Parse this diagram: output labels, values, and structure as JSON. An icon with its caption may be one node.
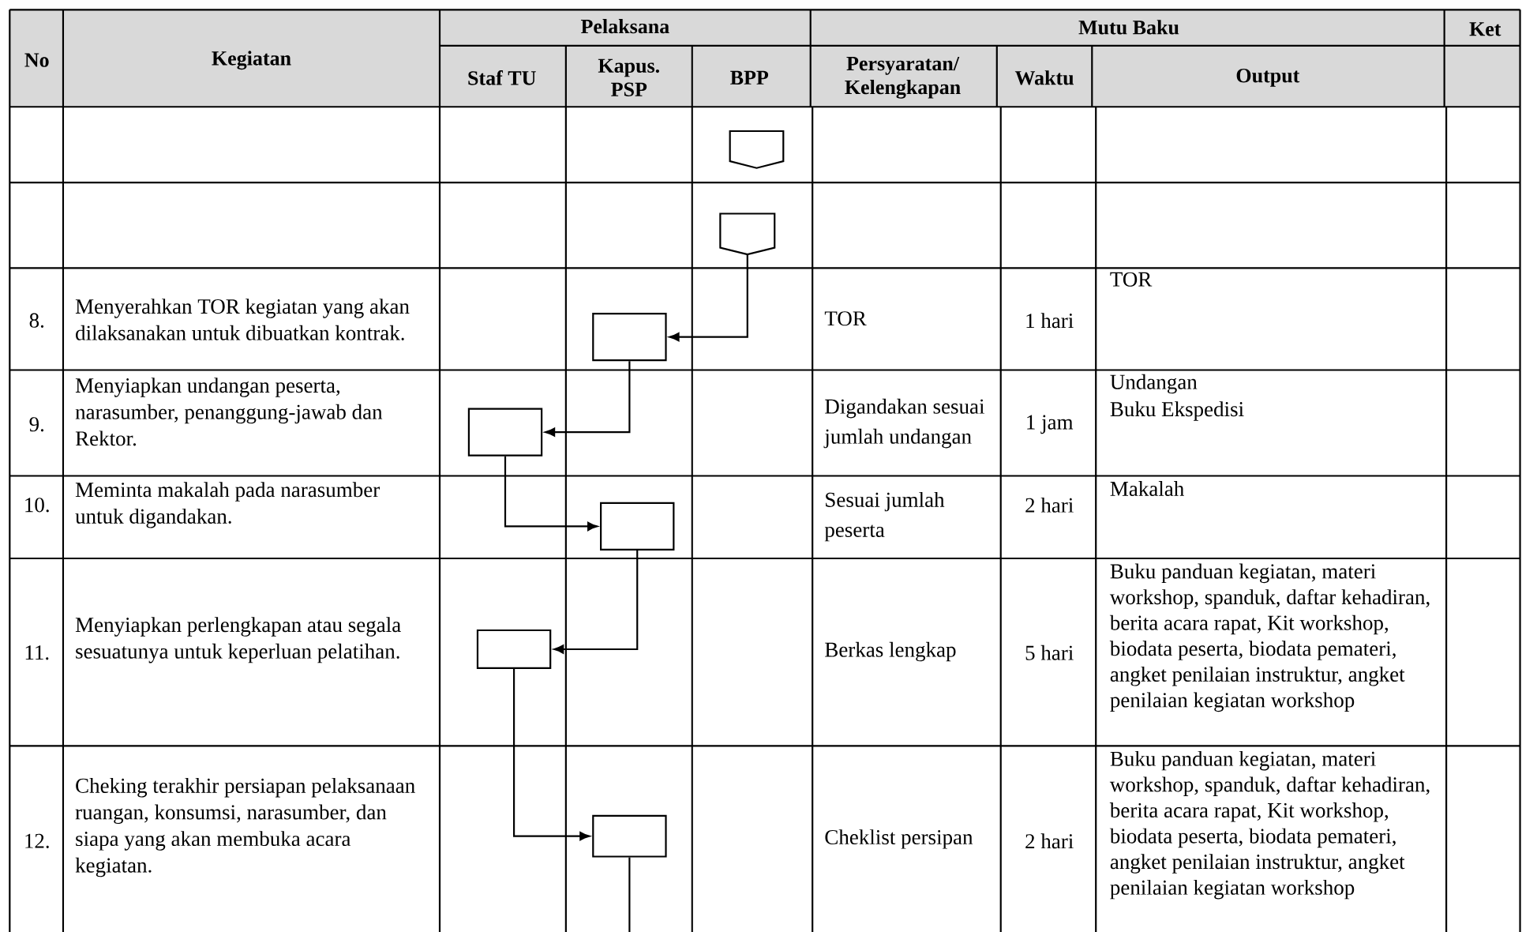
{
  "diagram": {
    "nodes": [
      {
        "text": [],
        "shape": "pentagon"
      },
      {
        "text": [],
        "shape": "pentagon"
      },
      {
        "text": [],
        "shape": "box"
      },
      {
        "text": [],
        "shape": "box"
      },
      {
        "text": [],
        "shape": "box"
      },
      {
        "text": [],
        "shape": "box"
      },
      {
        "text": [],
        "shape": "box"
      }
    ],
    "edges": [
      {
        "from": 1,
        "to": 2,
        "arrow": "to"
      },
      {
        "from": 2,
        "to": 3,
        "arrow": "to"
      },
      {
        "from": 3,
        "to": 4,
        "arrow": "to"
      },
      {
        "from": 4,
        "to": 5,
        "arrow": "to"
      },
      {
        "from": 5,
        "to": 6,
        "arrow": "to"
      },
      {
        "from": 6,
        "to": null,
        "arrow": "none"
      }
    ],
    "labels": [
      "No",
      "Kegiatan",
      "Pelaksana",
      "Mutu Baku",
      "Ket",
      "Staf TU",
      "Kapus. PSP",
      "BPP",
      "Persyaratan/ Kelengkapan",
      "Waktu",
      "Output",
      "8.",
      "Menyerahkan TOR kegiatan yang akan dilaksanakan untuk dibuatkan kontrak.",
      "TOR",
      "1 hari",
      "TOR",
      "9.",
      "Menyiapkan undangan peserta, narasumber, penanggung-jawab dan Rektor.",
      "Digandakan sesuai jumlah undangan",
      "1 jam",
      "Undangan",
      "Buku Ekspedisi",
      "10.",
      "Meminta makalah pada narasumber untuk digandakan.",
      "Sesuai jumlah peserta",
      "2 hari",
      "Makalah",
      "11.",
      "Menyiapkan perlengkapan atau segala sesuatunya untuk keperluan pelatihan.",
      "Berkas lengkap",
      "5 hari",
      "Buku panduan kegiatan, materi workshop, spanduk, daftar kehadiran, berita acara rapat, Kit workshop, biodata peserta, biodata pemateri, angket penilaian instruktur, angket penilaian kegiatan workshop",
      "12.",
      "Cheking terakhir persiapan pelaksanaan ruangan, konsumsi, narasumber, dan siapa yang akan membuka acara kegiatan.",
      "Cheklist persipan",
      "2 hari",
      "Buku panduan kegiatan, materi workshop, spanduk, daftar kehadiran, berita acara rapat, Kit workshop, biodata peserta, biodata pemateri, angket penilaian instruktur, angket penilaian kegiatan workshop"
    ]
  }
}
